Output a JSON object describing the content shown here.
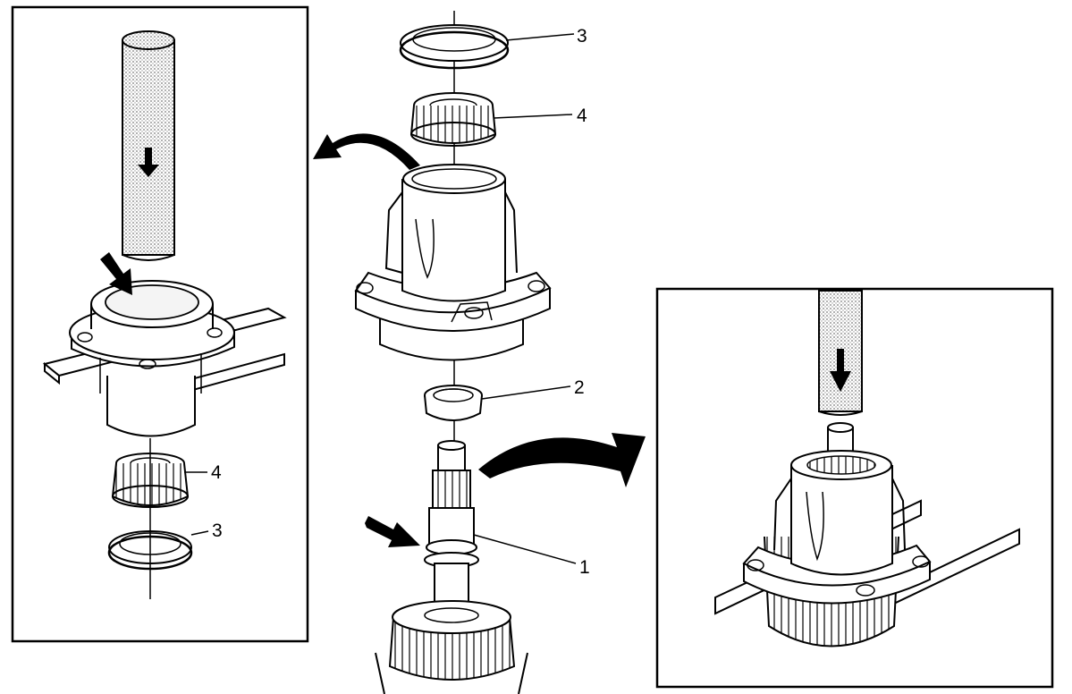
{
  "callouts": {
    "main_1": "1",
    "main_2": "2",
    "main_3": "3",
    "main_4": "4",
    "left_3": "3",
    "left_4": "4"
  },
  "icons": [
    "press-tool-icon",
    "direction-arrow-icon",
    "bearing-icon",
    "seal-icon",
    "housing-icon",
    "shaft-gear-icon",
    "support-bar-icon"
  ],
  "colors": {
    "line": "#000000",
    "background": "#ffffff",
    "stipple": "#9a9a9a"
  }
}
